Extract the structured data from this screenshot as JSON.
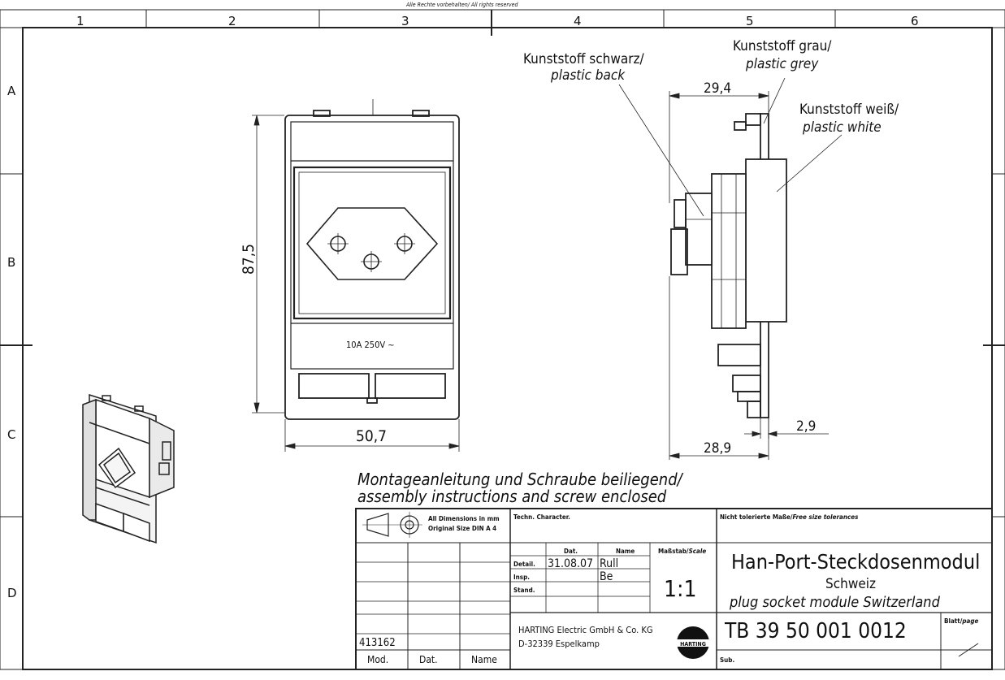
{
  "header": {
    "rights_text": "Alle Rechte vorbehalten/ All rights reserved",
    "columns": [
      "1",
      "2",
      "3",
      "4",
      "5",
      "6"
    ],
    "rows": [
      "A",
      "B",
      "C",
      "D"
    ]
  },
  "drawing": {
    "front": {
      "height_dim": "87,5",
      "width_dim": "50,7",
      "rating_label": "10A  250V ~"
    },
    "side": {
      "dim_top": "29,4",
      "dim_bottom": "28,9",
      "dim_right": "2,9"
    },
    "callouts": {
      "black_de": "Kunststoff schwarz/",
      "black_en": "plastic back",
      "grey_de": "Kunststoff grau/",
      "grey_en": "plastic grey",
      "white_de": "Kunststoff weiß/",
      "white_en": "plastic white"
    },
    "note_line1": "Montageanleitung und Schraube beiliegend/",
    "note_line2": "assembly instructions and screw enclosed"
  },
  "title_block": {
    "dims_text_1": "All Dimensions in mm",
    "dims_text_2": "Original Size DIN A 4",
    "techn_character": "Techn. Character.",
    "tolerance_de": "Nicht tolerierte Maße/",
    "tolerance_en": "Free size tolerances",
    "col_dat": "Dat.",
    "col_name": "Name",
    "row_detail": "Detail.",
    "row_insp": "Insp.",
    "row_stand": "Stand.",
    "detail_date": "31.08.07",
    "detail_name": "Rull",
    "insp_name": "Be",
    "scale_de": "Maßstab/",
    "scale_en": "Scale",
    "scale_value": "1:1",
    "title_main": "Han-Port-Steckdosenmodul",
    "title_sub": "Schweiz",
    "title_en": "plug socket module Switzerland",
    "company": "HARTING Electric GmbH & Co. KG",
    "address": "D-32339 Espelkamp",
    "logo_text": "HARTING",
    "drawing_number": "TB 39 50 001 0012",
    "page_de": "Blatt/",
    "page_en": "page",
    "sub_label": "Sub.",
    "rev_number": "413162",
    "mod_label": "Mod.",
    "dat_label": "Dat.",
    "name_label": "Name"
  }
}
